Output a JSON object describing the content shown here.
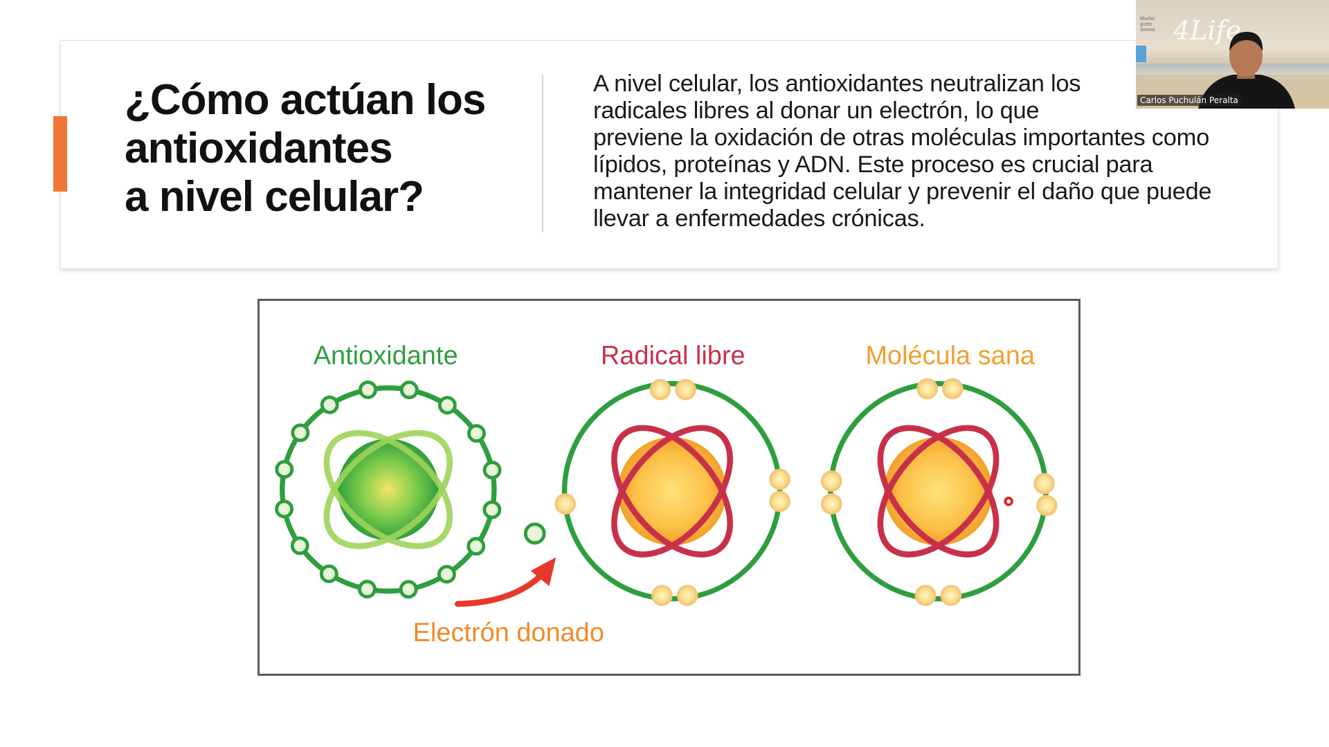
{
  "slide": {
    "title_lines": [
      "¿Cómo actúan los",
      "antioxidantes",
      "a nivel celular?"
    ],
    "body": "A nivel celular, los antioxidantes neutralizan los radicales libres al donar un electrón, lo que previene la oxidación de otras moléculas importantes como lípidos, proteínas y ADN. Este proceso es crucial para mantener la integridad celular y prevenir el daño que puede llevar a enfermedades crónicas.",
    "accent_color": "#ee7733"
  },
  "diagram": {
    "labels": {
      "antioxidant": "Antioxidante",
      "free_radical": "Radical libre",
      "healthy_molecule": "Molécula sana",
      "donated_electron": "Electrón donado"
    },
    "colors": {
      "antioxidant": "#2e9e3e",
      "free_radical": "#c8304a",
      "healthy_molecule": "#f0a030",
      "donated_electron": "#f08a2a"
    }
  },
  "webcam": {
    "participant_name": "Carlos Puchulán Peralta",
    "background_logo": "4Life",
    "background_text": "Mucho gusto Somos"
  }
}
